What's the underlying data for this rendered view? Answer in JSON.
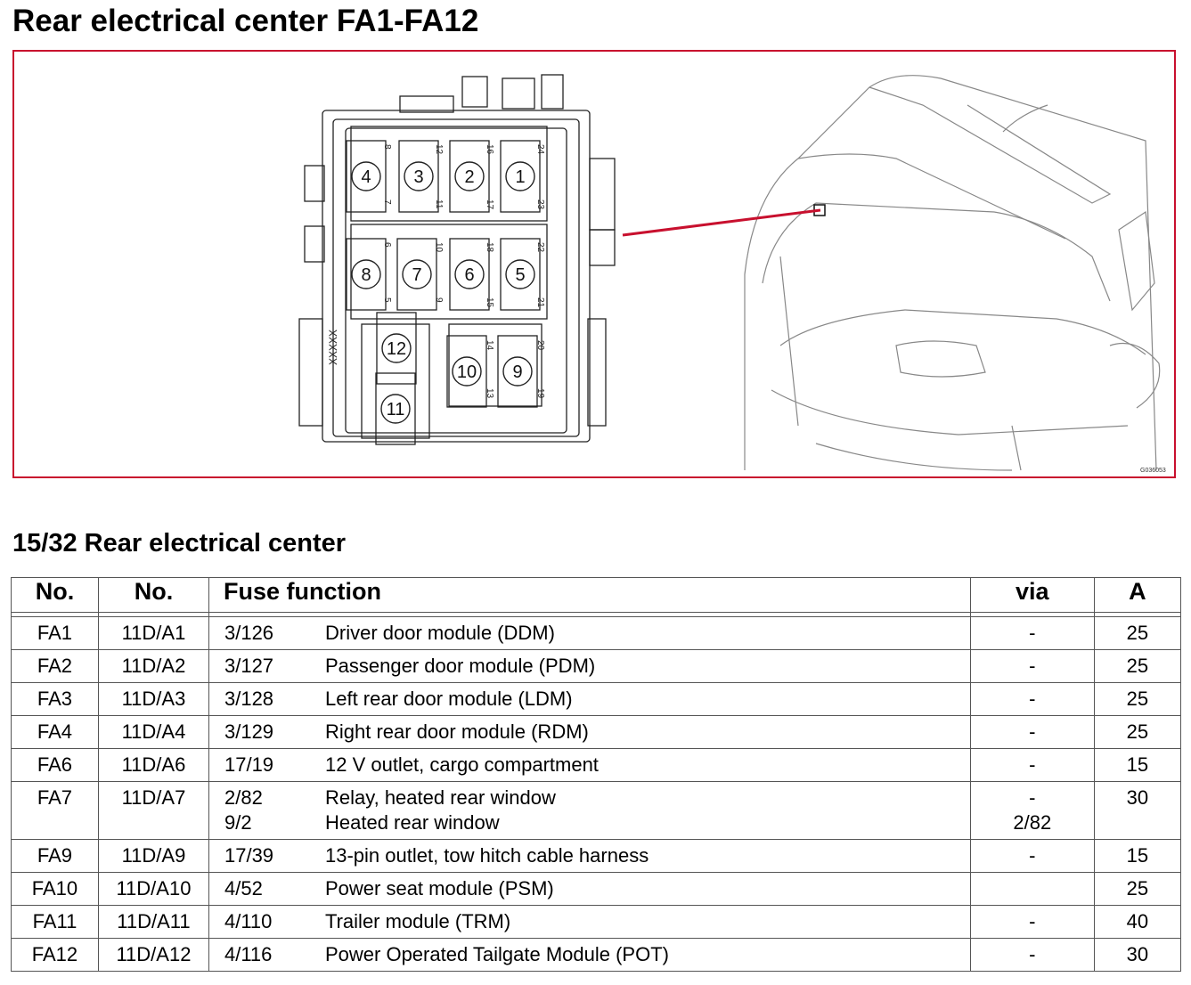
{
  "title": "Rear electrical center FA1-FA12",
  "figure": {
    "code": "G036053",
    "fuse_positions": [
      "1",
      "2",
      "3",
      "4",
      "5",
      "6",
      "7",
      "8",
      "9",
      "10",
      "11",
      "12"
    ],
    "pin_numbers": [
      "8",
      "12",
      "16",
      "24",
      "7",
      "11",
      "17",
      "23",
      "6",
      "10",
      "18",
      "22",
      "5",
      "9",
      "15",
      "21",
      "14",
      "20",
      "13",
      "19"
    ],
    "connector_label": "XXXXX",
    "accent_color": "#c8102e"
  },
  "section_title": "15/32 Rear electrical center",
  "table": {
    "headers": {
      "no": "No.",
      "no2": "No.",
      "fuse_function": "Fuse function",
      "via": "via",
      "a": "A"
    },
    "rows": [
      {
        "no": "FA1",
        "no2": "11D/A1",
        "code": [
          "3/126"
        ],
        "desc": [
          "Driver door module (DDM)"
        ],
        "via": [
          "-"
        ],
        "a": "25"
      },
      {
        "no": "FA2",
        "no2": "11D/A2",
        "code": [
          "3/127"
        ],
        "desc": [
          "Passenger door module (PDM)"
        ],
        "via": [
          "-"
        ],
        "a": "25"
      },
      {
        "no": "FA3",
        "no2": "11D/A3",
        "code": [
          "3/128"
        ],
        "desc": [
          "Left rear door module (LDM)"
        ],
        "via": [
          "-"
        ],
        "a": "25"
      },
      {
        "no": "FA4",
        "no2": "11D/A4",
        "code": [
          "3/129"
        ],
        "desc": [
          "Right rear door module (RDM)"
        ],
        "via": [
          "-"
        ],
        "a": "25"
      },
      {
        "no": "FA6",
        "no2": "11D/A6",
        "code": [
          "17/19"
        ],
        "desc": [
          "12 V outlet, cargo compartment"
        ],
        "via": [
          "-"
        ],
        "a": "15"
      },
      {
        "no": "FA7",
        "no2": "11D/A7",
        "code": [
          "2/82",
          "9/2"
        ],
        "desc": [
          "Relay, heated rear window",
          "Heated rear window"
        ],
        "via": [
          "-",
          "2/82"
        ],
        "a": "30"
      },
      {
        "no": "FA9",
        "no2": "11D/A9",
        "code": [
          "17/39"
        ],
        "desc": [
          "13-pin outlet, tow hitch cable harness"
        ],
        "via": [
          "-"
        ],
        "a": "15"
      },
      {
        "no": "FA10",
        "no2": "11D/A10",
        "code": [
          "4/52"
        ],
        "desc": [
          "Power seat module (PSM)"
        ],
        "via": [
          ""
        ],
        "a": "25"
      },
      {
        "no": "FA11",
        "no2": "11D/A11",
        "code": [
          "4/110"
        ],
        "desc": [
          "Trailer module (TRM)"
        ],
        "via": [
          "-"
        ],
        "a": "40"
      },
      {
        "no": "FA12",
        "no2": "11D/A12",
        "code": [
          "4/116"
        ],
        "desc": [
          "Power Operated Tailgate Module (POT)"
        ],
        "via": [
          "-"
        ],
        "a": "30"
      }
    ]
  }
}
